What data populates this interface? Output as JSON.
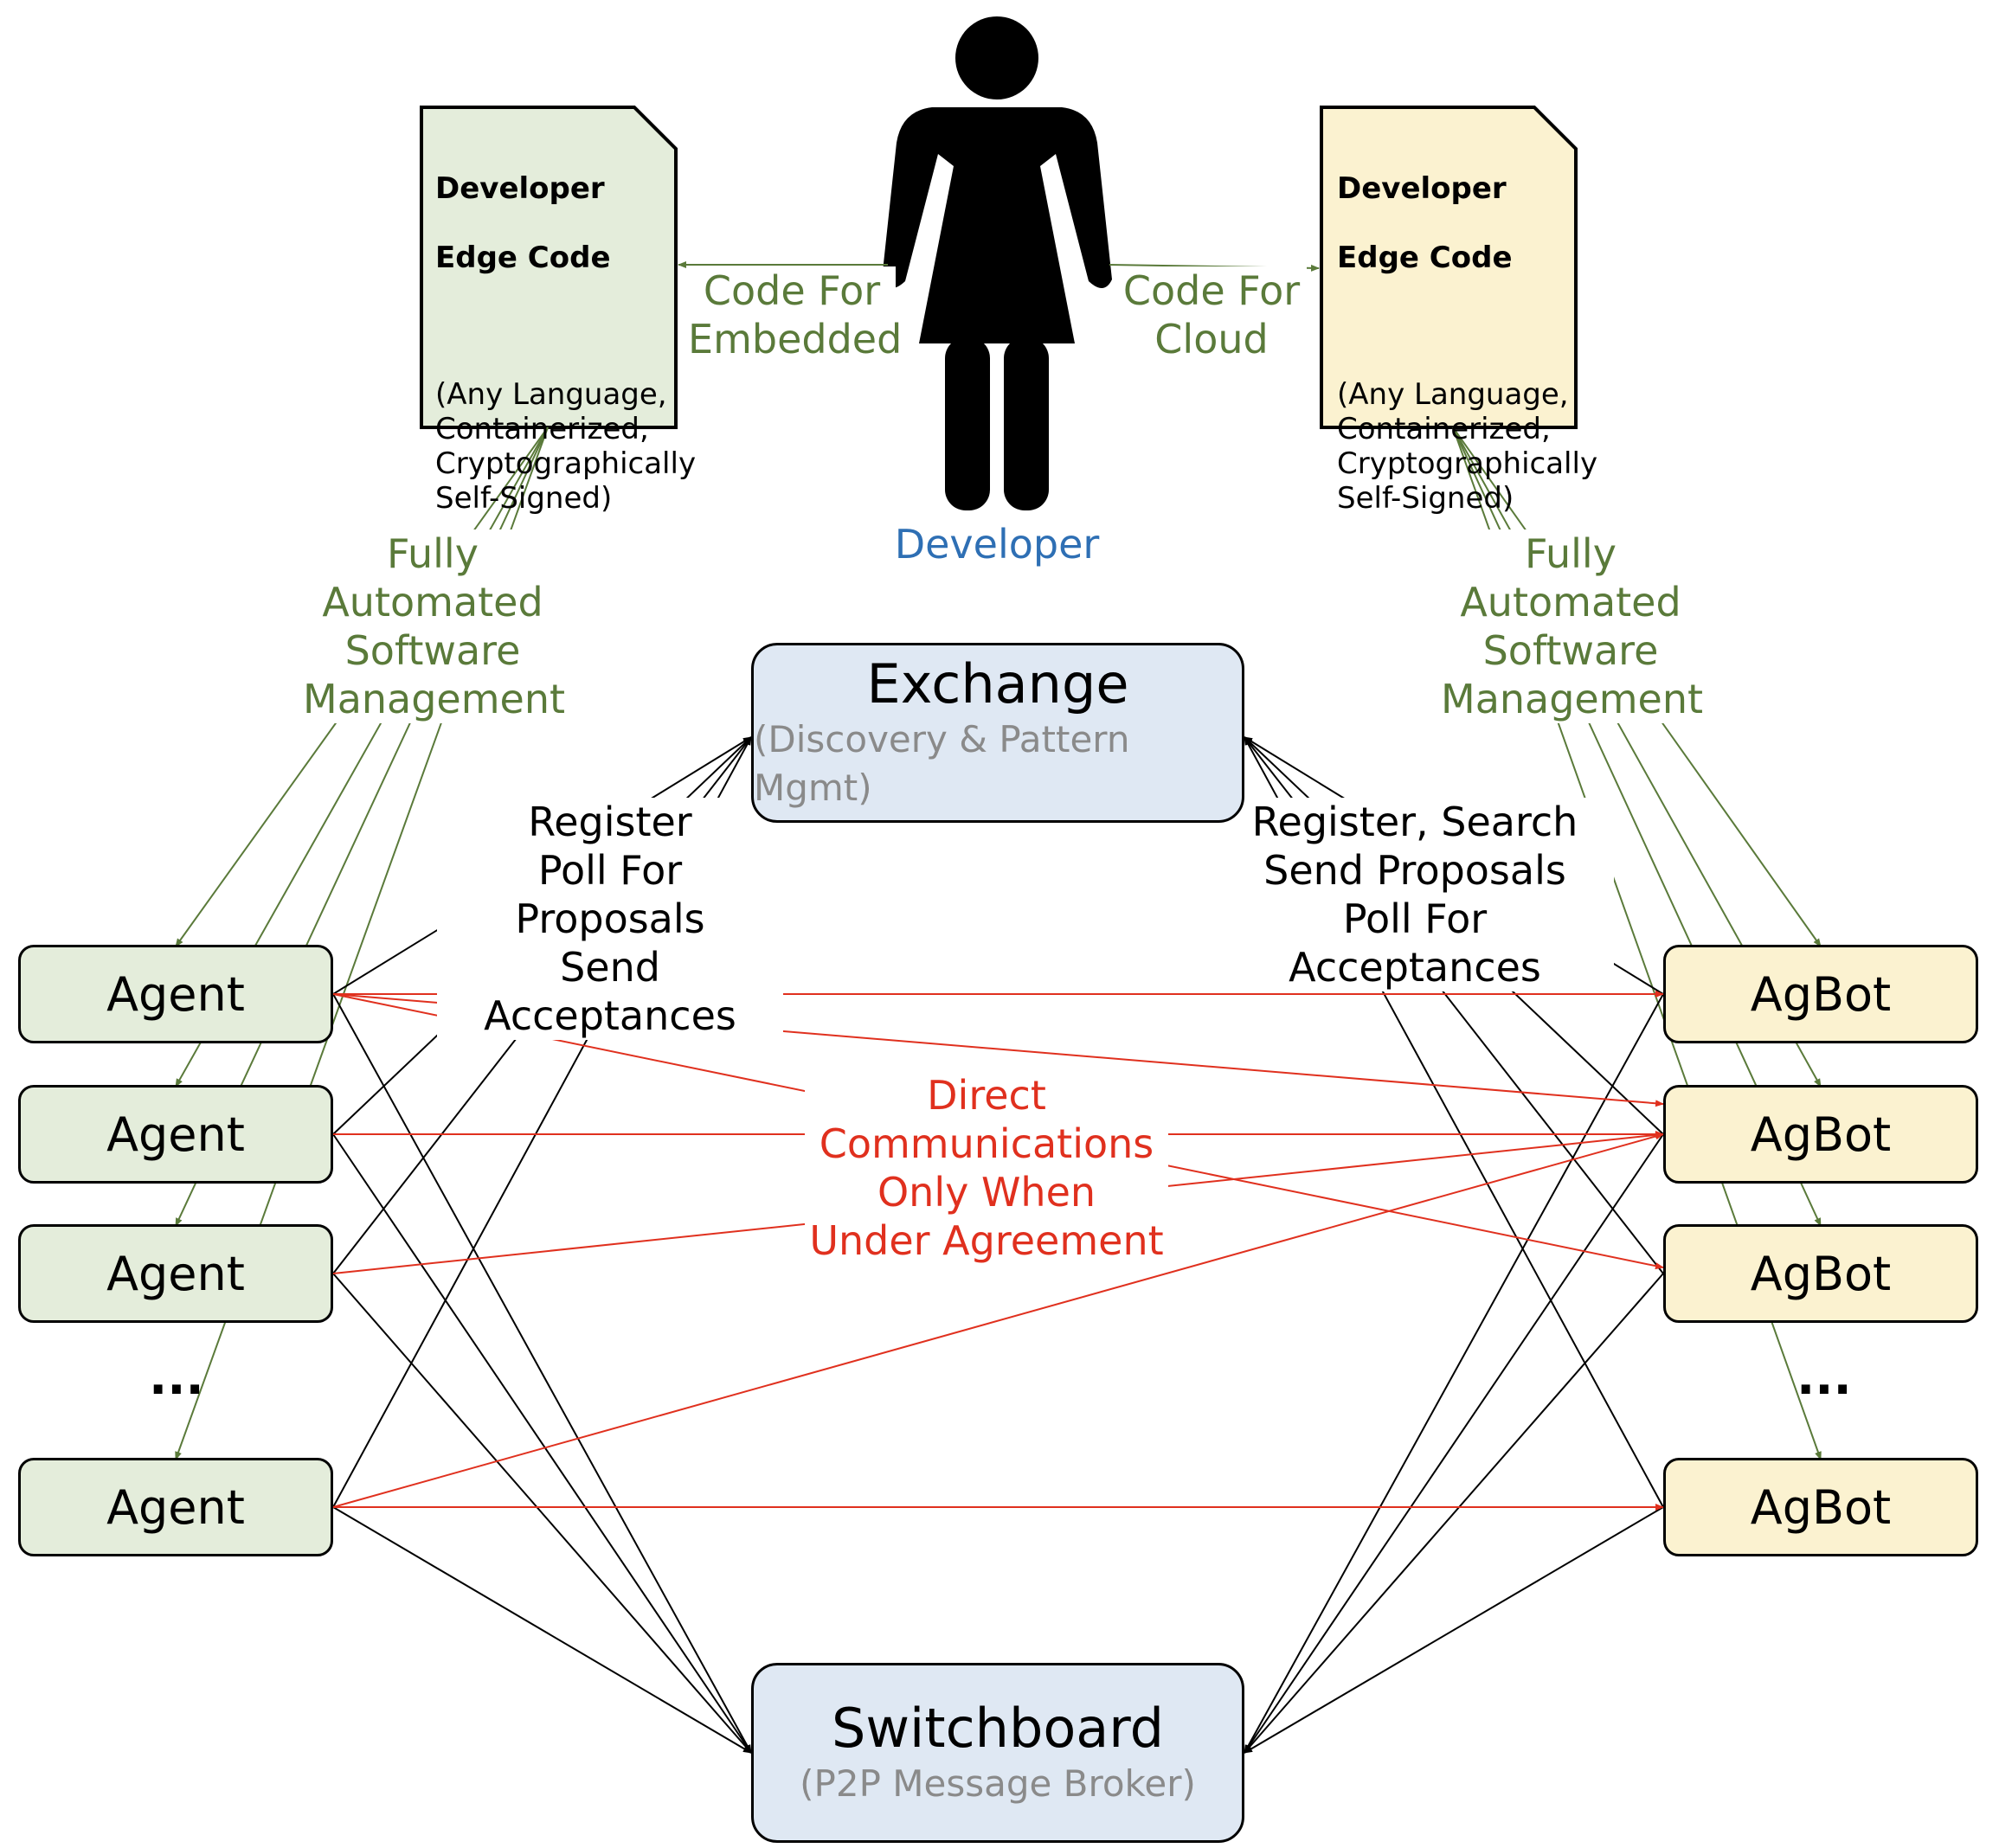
{
  "developer": {
    "label": "Developer"
  },
  "docs": {
    "left": {
      "title_line1": "Developer",
      "title_line2": "Edge Code",
      "body": "(Any Language,\nContainerized,\nCryptographically\nSelf-Signed)"
    },
    "right": {
      "title_line1": "Developer",
      "title_line2": "Edge Code",
      "body": "(Any Language,\nContainerized,\nCryptographically\nSelf-Signed)"
    }
  },
  "arrows": {
    "code_embedded": "Code For\nEmbedded",
    "code_cloud": "Code For\nCloud",
    "fully_automated_left": "Fully\nAutomated\nSoftware\nManagement",
    "fully_automated_right": "Fully\nAutomated\nSoftware\nManagement",
    "agent_exchange": "Register\nPoll For Proposals\nSend Acceptances",
    "agbot_exchange": "Register, Search\nSend Proposals\nPoll For Acceptances",
    "direct": "Direct\nCommunications\nOnly When\nUnder Agreement"
  },
  "exchange": {
    "title": "Exchange",
    "subtitle": "(Discovery & Pattern Mgmt)"
  },
  "switchboard": {
    "title": "Switchboard",
    "subtitle": "(P2P Message Broker)"
  },
  "agents": [
    "Agent",
    "Agent",
    "Agent",
    "Agent"
  ],
  "agbots": [
    "AgBot",
    "AgBot",
    "AgBot",
    "AgBot"
  ],
  "ellipsis": {
    "left": "...",
    "right": "..."
  },
  "colors": {
    "agent_fill": "#e4eddb",
    "agbot_fill": "#fbf2d0",
    "hub_fill": "#dfe8f3",
    "green": "#5a7a3a",
    "red": "#e0301e",
    "blue": "#2e6fb4"
  }
}
